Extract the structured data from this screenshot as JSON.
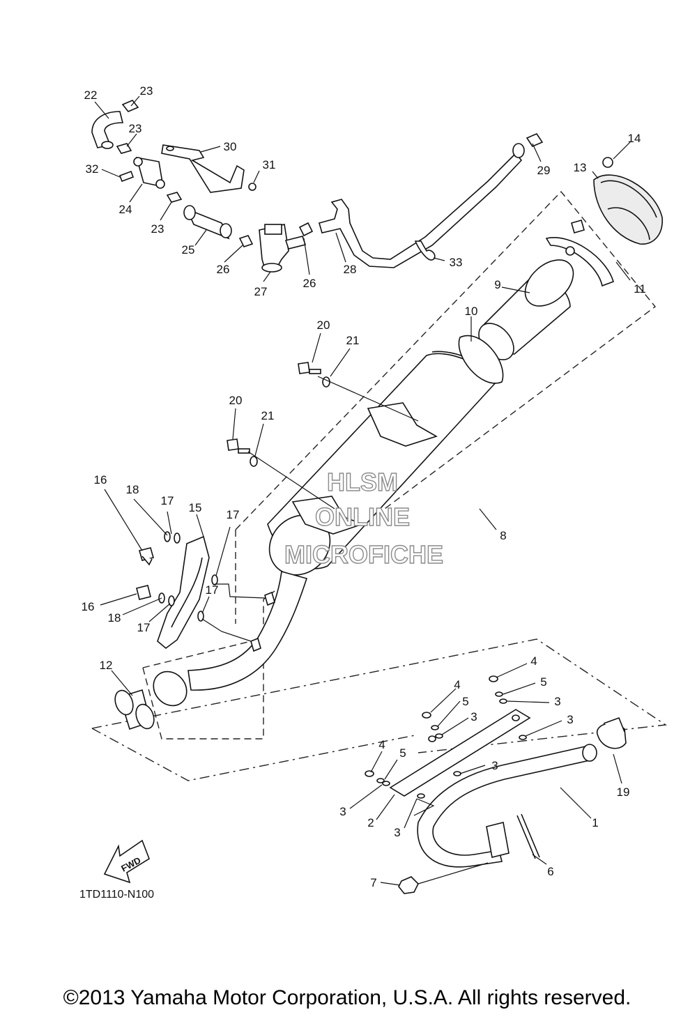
{
  "diagram": {
    "labels": [
      "1",
      "2",
      "3",
      "4",
      "5",
      "6",
      "7",
      "8",
      "9",
      "10",
      "11",
      "12",
      "13",
      "14",
      "15",
      "16",
      "17",
      "18",
      "19",
      "20",
      "21",
      "22",
      "23",
      "24",
      "25",
      "26",
      "27",
      "28",
      "29",
      "30",
      "31",
      "32",
      "33"
    ],
    "drawing_code": "1TD1110-N100",
    "fwd_text": "FWD",
    "watermark": [
      "HLSM",
      "ONLINE",
      "MICROFICHE"
    ],
    "copyright": "©2013 Yamaha Motor Corporation, U.S.A. All rights reserved."
  }
}
